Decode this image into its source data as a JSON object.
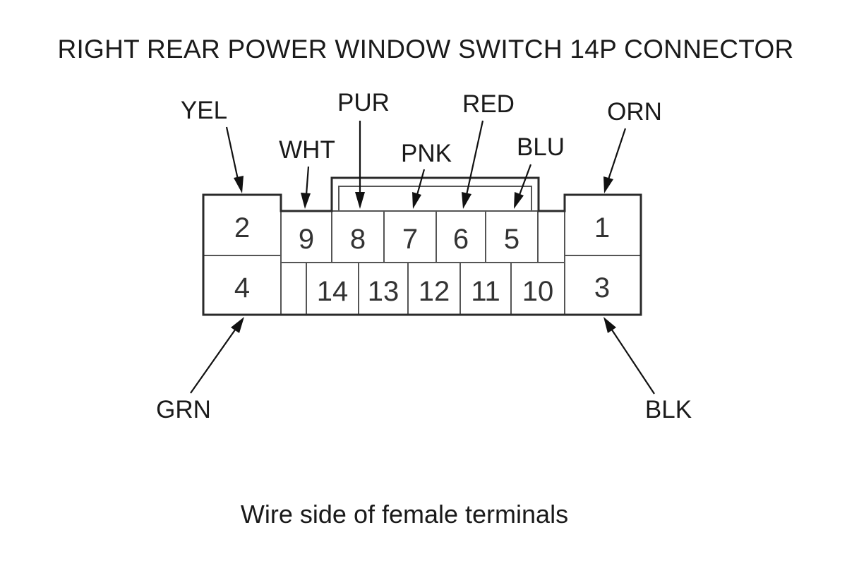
{
  "title": "RIGHT REAR POWER WINDOW SWITCH 14P CONNECTOR",
  "caption": "Wire side of female terminals",
  "pins": {
    "p1": "1",
    "p2": "2",
    "p3": "3",
    "p4": "4",
    "p5": "5",
    "p6": "6",
    "p7": "7",
    "p8": "8",
    "p9": "9",
    "p10": "10",
    "p11": "11",
    "p12": "12",
    "p13": "13",
    "p14": "14"
  },
  "wires": {
    "yel": "YEL",
    "wht": "WHT",
    "pur": "PUR",
    "pnk": "PNK",
    "red": "RED",
    "blu": "BLU",
    "orn": "ORN",
    "grn": "GRN",
    "blk": "BLK"
  }
}
